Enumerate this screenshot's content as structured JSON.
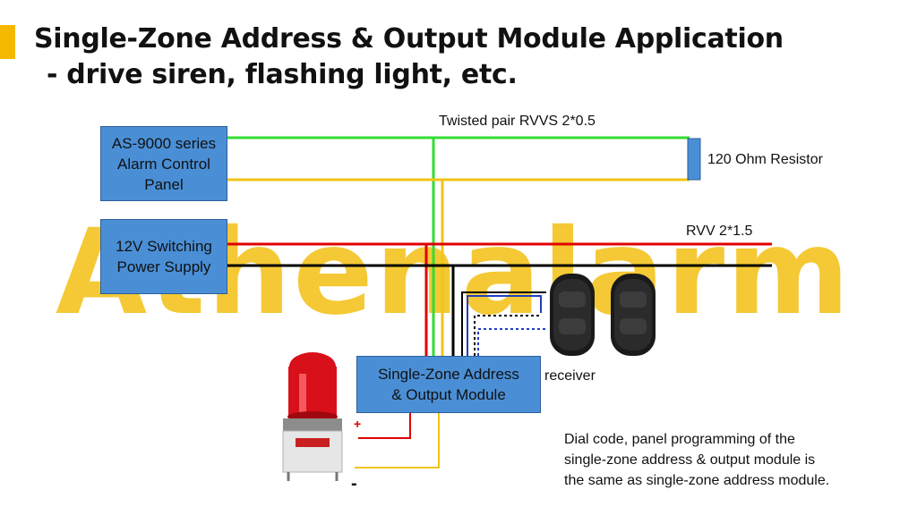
{
  "header": {
    "title_line1": "Single-Zone Address & Output Module Application",
    "title_line2": "- drive siren, flashing light, etc."
  },
  "watermark": "Athenalarm",
  "boxes": {
    "control_panel": [
      "AS-9000 series",
      "Alarm Control",
      "Panel"
    ],
    "power_supply": [
      "12V Switching",
      "Power Supply"
    ],
    "module": [
      "Single-Zone Address",
      "& Output Module"
    ]
  },
  "labels": {
    "twisted_pair": "Twisted pair RVVS 2*0.5",
    "resistor": "120 Ohm Resistor",
    "rvv": "RVV 2*1.5",
    "receiver": "receiver",
    "plus": "+",
    "minus": "-"
  },
  "note": [
    "Dial code, panel programming of the",
    "single-zone address & output module is",
    "the same as single-zone address module."
  ],
  "colors": {
    "accent": "#f5b800",
    "box_fill": "#4a8fd6",
    "bus_green": "#33dd33",
    "bus_yellow": "#f2c418",
    "power_red": "#e00000",
    "power_black": "#000000",
    "signal_blue": "#1f3fbf"
  },
  "icons": [
    "siren-light-icon",
    "beam-receiver-icon"
  ]
}
